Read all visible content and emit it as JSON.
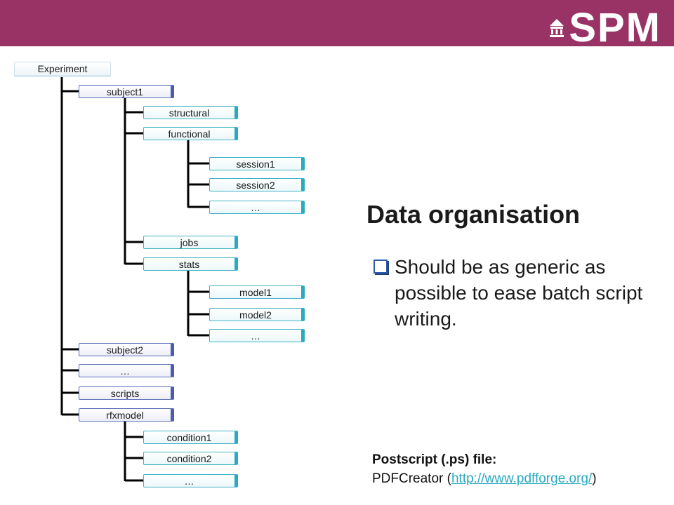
{
  "brand": {
    "logo_text": "SPM"
  },
  "tree": {
    "root": "Experiment",
    "subject1": "subject1",
    "structural": "structural",
    "functional": "functional",
    "session1": "session1",
    "session2": "session2",
    "session_more": "…",
    "jobs": "jobs",
    "stats": "stats",
    "model1": "model1",
    "model2": "model2",
    "model_more": "…",
    "subject2": "subject2",
    "subject_more": "…",
    "scripts": "scripts",
    "rfxmodel": "rfxmodel",
    "condition1": "condition1",
    "condition2": "condition2",
    "condition_more": "…"
  },
  "title": "Data organisation",
  "bullet": "Should be as generic as possible to ease batch script writing.",
  "postscript": {
    "label": "Postscript (.ps) file:",
    "tool": "PDFCreator (",
    "link": "http://www.pdfforge.org/",
    "close": ")"
  },
  "colors": {
    "banner": "#993366",
    "level1_border": "#4a5cab",
    "level2_border": "#2aa9bf",
    "link": "#2aa9bf"
  }
}
